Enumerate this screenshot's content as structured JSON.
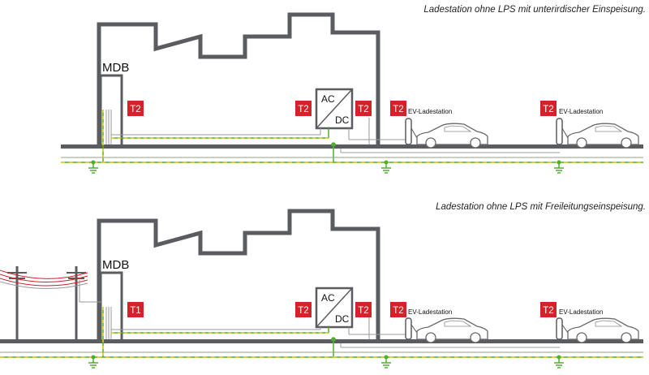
{
  "panels": [
    {
      "caption": "Ladestation ohne LPS mit unterirdischer Einspeisung.",
      "mdb_label": "MDB",
      "mdb_spd": "T2",
      "inverter_left_spd": "T2",
      "inverter_right_spd": "T2",
      "converter_ac": "AC",
      "converter_dc": "DC",
      "stations": [
        {
          "spd": "T2",
          "label": "EV-Ladestation"
        },
        {
          "spd": "T2",
          "label": "EV-Ladestation"
        }
      ]
    },
    {
      "caption": "Ladestation ohne LPS mit Freileitungseinspeisung.",
      "mdb_label": "MDB",
      "mdb_spd": "T1",
      "inverter_left_spd": "T2",
      "inverter_right_spd": "T2",
      "converter_ac": "AC",
      "converter_dc": "DC",
      "stations": [
        {
          "spd": "T2",
          "label": "EV-Ladestation"
        },
        {
          "spd": "T2",
          "label": "EV-Ladestation"
        }
      ]
    }
  ],
  "colors": {
    "building_outline": "#5a5c60",
    "spd_badge": "#d3222a",
    "earth_green": "#4caf2e",
    "conductor_yellow": "#e6d21e",
    "cable_gray": "#9a9a9a",
    "overhead_red": "#d3222a"
  }
}
